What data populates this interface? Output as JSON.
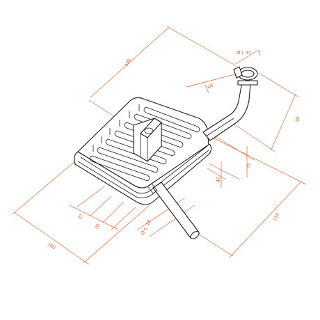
{
  "colors": {
    "dimension": "#e8622c",
    "outline": "#1a1a1a",
    "background": "#ffffff"
  },
  "dimensions": {
    "top_length": "195",
    "clamp_label": "Ø L 37",
    "pipe_offset": "40",
    "height_right": "95",
    "side_depth": "70",
    "inner_offset": "40",
    "overall_width": "210",
    "overall_depth": "180",
    "w37": "37",
    "w20": "20",
    "tail_dia": "Ø e. 18"
  }
}
